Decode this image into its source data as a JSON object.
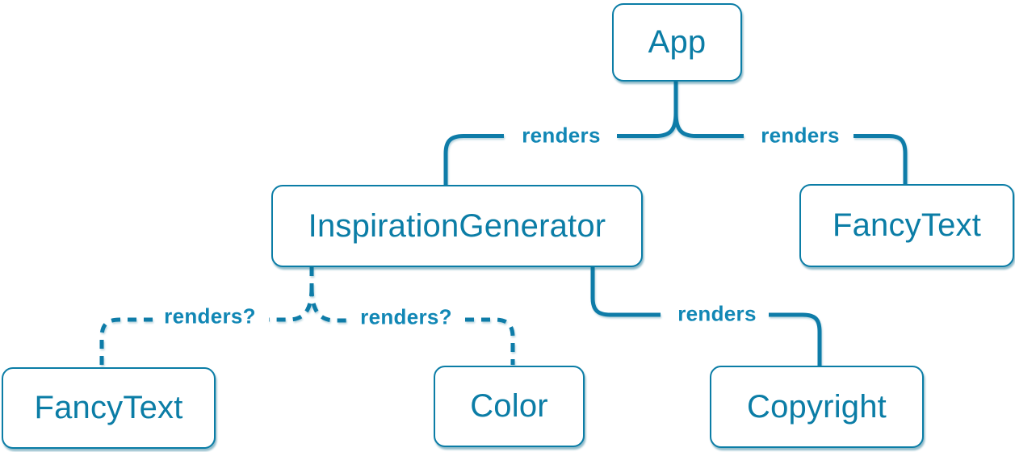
{
  "nodes": {
    "app": {
      "label": "App"
    },
    "inspiration_generator": {
      "label": "InspirationGenerator"
    },
    "fancy_text_top": {
      "label": "FancyText"
    },
    "fancy_text_bottom": {
      "label": "FancyText"
    },
    "color": {
      "label": "Color"
    },
    "copyright": {
      "label": "Copyright"
    }
  },
  "edge_labels": {
    "app_to_inspiration_generator": "renders",
    "app_to_fancy_text": "renders",
    "inspiration_generator_to_fancy_text": "renders?",
    "inspiration_generator_to_color": "renders?",
    "inspiration_generator_to_copyright": "renders"
  },
  "edge_styles": {
    "solid_meaning": "renders",
    "dashed_meaning": "renders?"
  },
  "colors": {
    "node_background": "#ffffff",
    "node_border": "#0b7da6",
    "node_text": "#0b7da6",
    "edge_line": "#0e7ca8",
    "edge_label_text": "#1187b5",
    "page_background": "#ffffff"
  }
}
